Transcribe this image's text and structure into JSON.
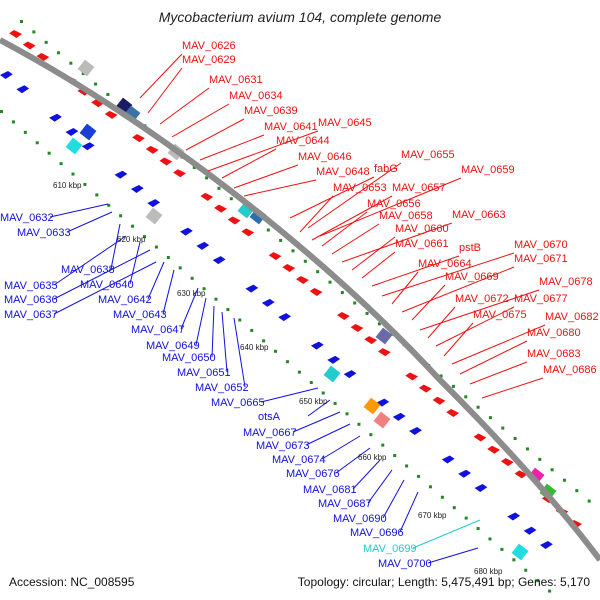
{
  "title": "Mycobacterium avium 104, complete genome",
  "footer": {
    "accession": "Accession: NC_008595",
    "summary": "Topology: circular; Length: 5,475,491 bp; Genes: 5,170"
  },
  "colors": {
    "forward": "#ee1111",
    "reverse": "#1111dd",
    "highlight": "#22cccc",
    "backbone": "#8c8c8c",
    "tick": "#228822"
  },
  "scale_labels": [
    "610 kbp",
    "620 kbp",
    "630 kbp",
    "640 kbp",
    "650 kbp",
    "660 kbp",
    "670 kbp",
    "680 kbp"
  ],
  "labels_forward": [
    "MAV_0626",
    "MAV_0629",
    "MAV_0631",
    "MAV_0634",
    "MAV_0639",
    "MAV_0641",
    "MAV_0645",
    "MAV_0644",
    "MAV_0646",
    "MAV_0648",
    "fabG",
    "MAV_0655",
    "MAV_0659",
    "MAV_0653",
    "MAV_0657",
    "MAV_0656",
    "MAV_0658",
    "MAV_0663",
    "MAV_0660",
    "MAV_0661",
    "pstB",
    "MAV_0670",
    "MAV_0664",
    "MAV_0671",
    "MAV_0669",
    "MAV_0678",
    "MAV_0672",
    "MAV_0677",
    "MAV_0675",
    "MAV_0682",
    "MAV_0680",
    "MAV_0683",
    "MAV_0686"
  ],
  "labels_reverse": [
    "MAV_0632",
    "MAV_0633",
    "MAV_0638",
    "MAV_0635",
    "MAV_0640",
    "MAV_0636",
    "MAV_0637",
    "MAV_0642",
    "MAV_0643",
    "MAV_0647",
    "MAV_0649",
    "MAV_0650",
    "MAV_0651",
    "MAV_0652",
    "MAV_0665",
    "otsA",
    "MAV_0667",
    "MAV_0673",
    "MAV_0674",
    "MAV_0676",
    "MAV_0681",
    "MAV_0687",
    "MAV_0690",
    "MAV_0696",
    "MAV_0699",
    "MAV_0700"
  ],
  "highlight_label": "MAV_0699"
}
